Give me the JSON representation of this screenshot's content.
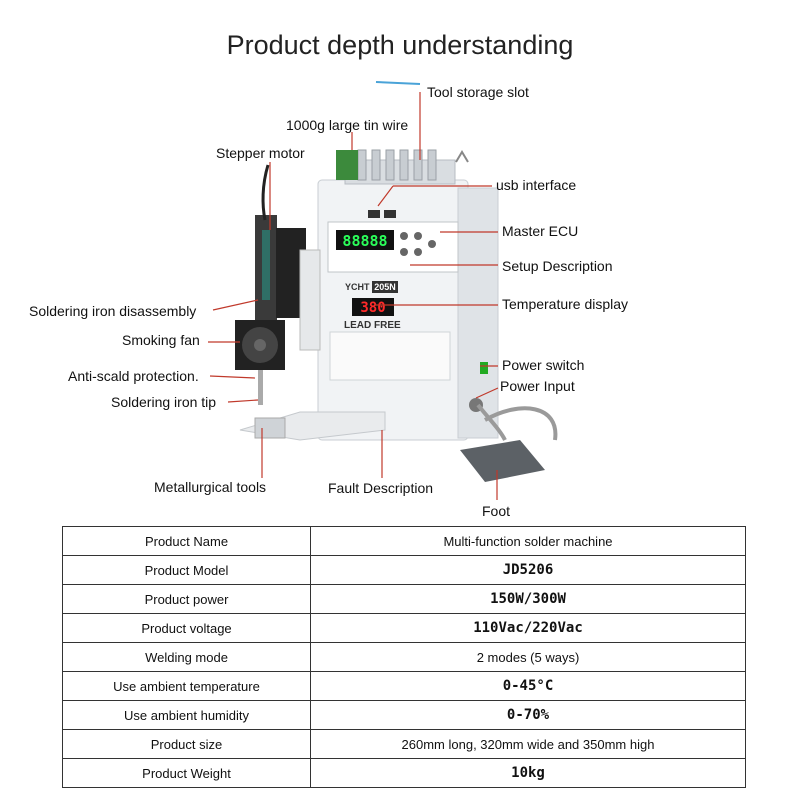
{
  "title": "Product depth understanding",
  "labels": {
    "tool_storage_slot": "Tool storage slot",
    "tin_wire": "1000g large tin wire",
    "stepper_motor": "Stepper motor",
    "usb_interface": "usb interface",
    "master_ecu": "Master ECU",
    "setup_description": "Setup Description",
    "iron_disassembly": "Soldering iron disassembly",
    "temperature_display": "Temperature display",
    "smoking_fan": "Smoking fan",
    "power_switch": "Power switch",
    "anti_scald": "Anti-scald protection.",
    "power_input": "Power Input",
    "iron_tip": "Soldering iron tip",
    "metallurgical_tools": "Metallurgical tools",
    "fault_description": "Fault Description",
    "foot": "Foot"
  },
  "device": {
    "brand": "YCHT",
    "model_badge": "205N",
    "temp_readout": "380",
    "ecu_readout": "88888",
    "lead_free": "LEAD FREE"
  },
  "specs": [
    {
      "key": "Product Name",
      "value": "Multi-function solder machine"
    },
    {
      "key": "Product Model",
      "value": "JD5206"
    },
    {
      "key": "Product power",
      "value": "150W/300W"
    },
    {
      "key": "Product voltage",
      "value": "110Vac/220Vac"
    },
    {
      "key": "Welding mode",
      "value": "2 modes (5 ways)"
    },
    {
      "key": "Use ambient temperature",
      "value": "0-45°C"
    },
    {
      "key": "Use ambient humidity",
      "value": "0-70%"
    },
    {
      "key": "Product size",
      "value": "260mm long, 320mm wide and 350mm high"
    },
    {
      "key": "Product Weight",
      "value": "10kg"
    }
  ],
  "colors": {
    "leader_line": "#c0392b",
    "device_body": "#eef0f2",
    "display_bg": "#1b1b1b",
    "display_digits": "#ff2a2a",
    "ecu_digits": "#2bff5a"
  }
}
